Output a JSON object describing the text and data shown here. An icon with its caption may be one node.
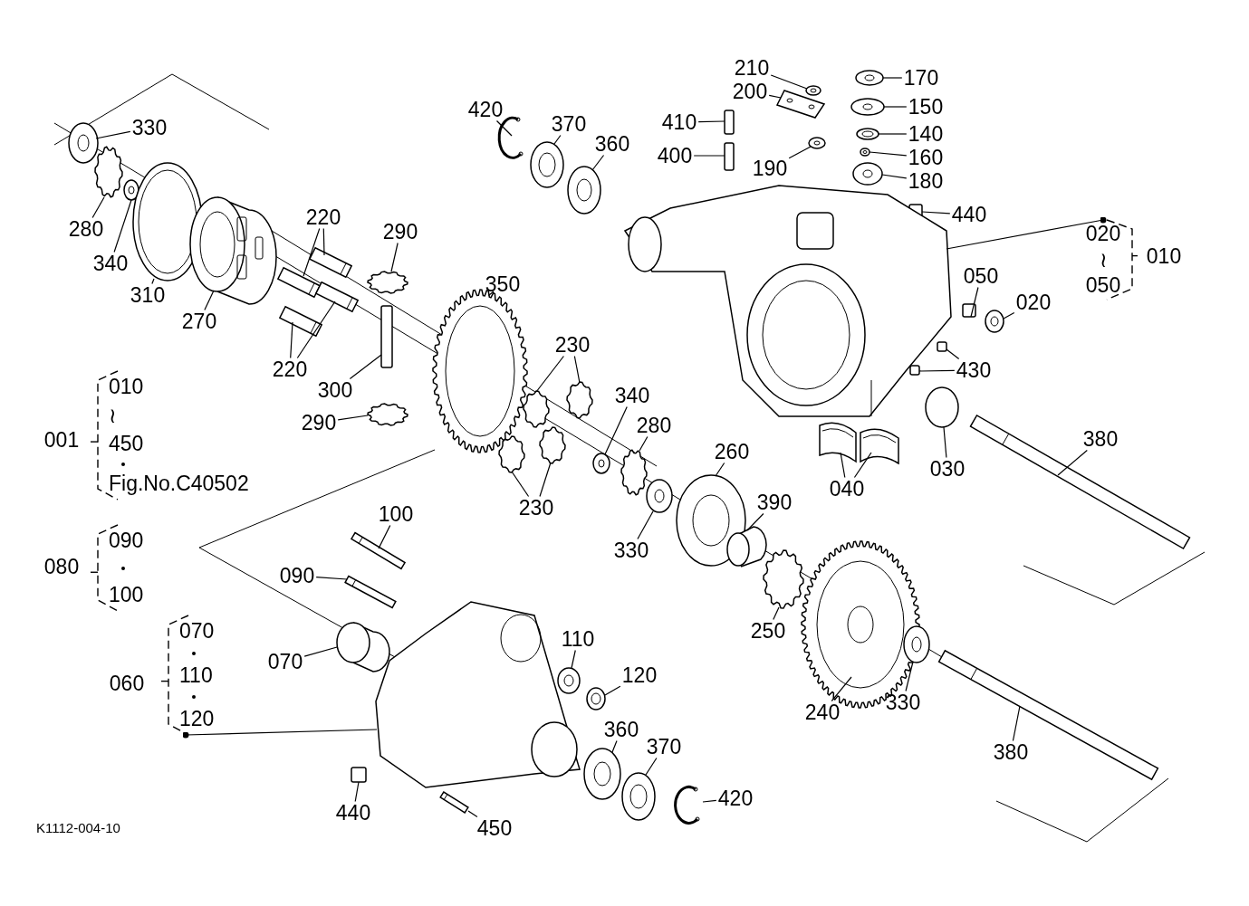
{
  "diagram": {
    "nodes": [
      {
        "text": [
          "330"
        ]
      },
      {
        "text": [
          "280"
        ]
      },
      {
        "text": [
          "340"
        ]
      },
      {
        "text": [
          "310"
        ]
      },
      {
        "text": [
          "270"
        ]
      },
      {
        "text": [
          "220"
        ]
      },
      {
        "text": [
          "220"
        ]
      },
      {
        "text": [
          "290"
        ]
      },
      {
        "text": [
          "300"
        ]
      },
      {
        "text": [
          "290"
        ]
      },
      {
        "text": [
          "350"
        ]
      },
      {
        "text": [
          "230"
        ]
      },
      {
        "text": [
          "230"
        ]
      },
      {
        "text": [
          "340"
        ]
      },
      {
        "text": [
          "280"
        ]
      },
      {
        "text": [
          "330"
        ]
      },
      {
        "text": [
          "260"
        ]
      },
      {
        "text": [
          "390"
        ]
      },
      {
        "text": [
          "250"
        ]
      },
      {
        "text": [
          "240"
        ]
      },
      {
        "text": [
          "330"
        ]
      },
      {
        "text": [
          "380"
        ]
      },
      {
        "text": [
          "380"
        ]
      },
      {
        "text": [
          "030"
        ]
      },
      {
        "text": [
          "040"
        ]
      },
      {
        "text": [
          "430"
        ]
      },
      {
        "text": [
          "020"
        ]
      },
      {
        "text": [
          "050"
        ]
      },
      {
        "text": [
          "440"
        ]
      },
      {
        "text": [
          "180"
        ]
      },
      {
        "text": [
          "160"
        ]
      },
      {
        "text": [
          "140"
        ]
      },
      {
        "text": [
          "150"
        ]
      },
      {
        "text": [
          "170"
        ]
      },
      {
        "text": [
          "190"
        ]
      },
      {
        "text": [
          "200"
        ]
      },
      {
        "text": [
          "210"
        ]
      },
      {
        "text": [
          "410"
        ]
      },
      {
        "text": [
          "400"
        ]
      },
      {
        "text": [
          "420"
        ]
      },
      {
        "text": [
          "370"
        ]
      },
      {
        "text": [
          "360"
        ]
      },
      {
        "text": [
          "020",
          "≀",
          "050"
        ],
        "beside": [
          "010"
        ]
      },
      {
        "text": [
          "100"
        ]
      },
      {
        "text": [
          "090"
        ]
      },
      {
        "text": [
          "070"
        ]
      },
      {
        "text": [
          "110"
        ]
      },
      {
        "text": [
          "120"
        ]
      },
      {
        "text": [
          "360"
        ]
      },
      {
        "text": [
          "370"
        ]
      },
      {
        "text": [
          "420"
        ]
      },
      {
        "text": [
          "440"
        ]
      },
      {
        "text": [
          "450"
        ]
      },
      {
        "text": [
          "010",
          "≀",
          "450",
          "Fig.No.C40502"
        ],
        "beside": [
          "001"
        ]
      },
      {
        "text": [
          "090",
          "100"
        ],
        "beside": [
          "080"
        ]
      },
      {
        "text": [
          "070",
          "110",
          "120"
        ],
        "beside": [
          "060"
        ]
      },
      {
        "text": [],
        "shape": "picture"
      },
      {
        "text": [],
        "shape": "picture"
      },
      {
        "text": [],
        "shape": "picture"
      },
      {
        "text": [],
        "shape": "picture"
      },
      {
        "text": [],
        "shape": "picture"
      },
      {
        "text": [],
        "shape": "picture"
      },
      {
        "text": [],
        "shape": "picture"
      },
      {
        "text": [],
        "shape": "picture"
      },
      {
        "text": [],
        "shape": "picture"
      },
      {
        "text": [],
        "shape": "picture"
      },
      {
        "text": [],
        "shape": "box"
      },
      {
        "text": [],
        "shape": "picture"
      },
      {
        "text": [],
        "shape": "picture"
      },
      {
        "text": [],
        "shape": "picture"
      },
      {
        "text": [],
        "shape": "picture"
      },
      {
        "text": [],
        "shape": "picture"
      },
      {
        "text": [],
        "shape": "picture"
      },
      {
        "text": [],
        "shape": "picture"
      },
      {
        "text": [],
        "shape": "picture"
      },
      {
        "text": [],
        "shape": "picture"
      },
      {
        "text": [],
        "shape": "picture"
      },
      {
        "text": [],
        "shape": "picture"
      },
      {
        "text": [],
        "shape": "picture"
      },
      {
        "text": [],
        "shape": "picture"
      },
      {
        "text": [],
        "shape": "picture"
      },
      {
        "text": [],
        "shape": "picture"
      },
      {
        "text": [],
        "shape": "picture"
      },
      {
        "text": [],
        "shape": "circle"
      },
      {
        "text": [],
        "shape": "picture"
      },
      {
        "text": [],
        "shape": "picture"
      },
      {
        "text": [],
        "shape": "box"
      },
      {
        "text": [],
        "shape": "box"
      },
      {
        "text": [],
        "shape": "picture"
      },
      {
        "text": [],
        "shape": "box"
      },
      {
        "text": [],
        "shape": "box"
      },
      {
        "text": [],
        "shape": "picture"
      },
      {
        "text": [],
        "shape": "picture"
      },
      {
        "text": [],
        "shape": "picture"
      },
      {
        "text": [],
        "shape": "picture"
      },
      {
        "text": [],
        "shape": "picture"
      },
      {
        "text": [],
        "shape": "picture"
      },
      {
        "text": [],
        "shape": "picture"
      },
      {
        "text": [],
        "shape": "picture"
      },
      {
        "text": [],
        "shape": "box"
      },
      {
        "text": [],
        "shape": "box"
      },
      {
        "text": [],
        "shape": "picture"
      },
      {
        "text": [],
        "shape": "picture"
      },
      {
        "text": [],
        "shape": "picture"
      },
      {
        "text": [],
        "shape": "picture"
      },
      {
        "text": [],
        "shape": "picture"
      },
      {
        "text": [],
        "shape": "picture"
      },
      {
        "text": [],
        "shape": "picture"
      },
      {
        "text": [],
        "shape": "picture"
      },
      {
        "text": [],
        "shape": "picture"
      },
      {
        "text": [],
        "shape": "picture"
      },
      {
        "text": [],
        "shape": "picture"
      },
      {
        "text": [],
        "shape": "picture"
      },
      {
        "text": [],
        "shape": "box"
      },
      {
        "text": [],
        "shape": "picture"
      },
      {
        "text": [],
        "shape": "picture"
      }
    ],
    "edges": [
      {
        "from": 0,
        "to": 56,
        "arrow": "none"
      },
      {
        "from": 1,
        "to": 57,
        "arrow": "none"
      },
      {
        "from": 2,
        "to": 58,
        "arrow": "none"
      },
      {
        "from": 3,
        "to": 59,
        "arrow": "none"
      },
      {
        "from": 4,
        "to": 60,
        "arrow": "none"
      },
      {
        "from": 5,
        "to": 61,
        "arrow": "none"
      },
      {
        "from": 5,
        "to": 62,
        "arrow": "none"
      },
      {
        "from": 6,
        "to": 63,
        "arrow": "none"
      },
      {
        "from": 6,
        "to": 64,
        "arrow": "none"
      },
      {
        "from": 7,
        "to": 65,
        "arrow": "none"
      },
      {
        "from": 8,
        "to": 66,
        "arrow": "none"
      },
      {
        "from": 9,
        "to": 67,
        "arrow": "none"
      },
      {
        "from": 10,
        "to": 68,
        "arrow": "none"
      },
      {
        "from": 11,
        "to": 69,
        "arrow": "none"
      },
      {
        "from": 11,
        "to": 70,
        "arrow": "none"
      },
      {
        "from": 12,
        "to": 71,
        "arrow": "none"
      },
      {
        "from": 12,
        "to": 72,
        "arrow": "none"
      },
      {
        "from": 13,
        "to": 73,
        "arrow": "none"
      },
      {
        "from": 14,
        "to": 74,
        "arrow": "none"
      },
      {
        "from": 15,
        "to": 75,
        "arrow": "none"
      },
      {
        "from": 16,
        "to": 76,
        "arrow": "none"
      },
      {
        "from": 17,
        "to": 77,
        "arrow": "none"
      },
      {
        "from": 18,
        "to": 78,
        "arrow": "none"
      },
      {
        "from": 19,
        "to": 79,
        "arrow": "none"
      },
      {
        "from": 20,
        "to": 80,
        "arrow": "none"
      },
      {
        "from": 21,
        "to": 81,
        "arrow": "none"
      },
      {
        "from": 22,
        "to": 82,
        "arrow": "none"
      },
      {
        "from": 23,
        "to": 83,
        "arrow": "none"
      },
      {
        "from": 24,
        "to": 84,
        "arrow": "none"
      },
      {
        "from": 24,
        "to": 85,
        "arrow": "none"
      },
      {
        "from": 25,
        "to": 86,
        "arrow": "none"
      },
      {
        "from": 25,
        "to": 87,
        "arrow": "none"
      },
      {
        "from": 26,
        "to": 88,
        "arrow": "none"
      },
      {
        "from": 27,
        "to": 89,
        "arrow": "none"
      },
      {
        "from": 28,
        "to": 90,
        "arrow": "none"
      },
      {
        "from": 29,
        "to": 91,
        "arrow": "none"
      },
      {
        "from": 30,
        "to": 92,
        "arrow": "none"
      },
      {
        "from": 31,
        "to": 93,
        "arrow": "none"
      },
      {
        "from": 32,
        "to": 94,
        "arrow": "none"
      },
      {
        "from": 33,
        "to": 95,
        "arrow": "none"
      },
      {
        "from": 34,
        "to": 96,
        "arrow": "none"
      },
      {
        "from": 35,
        "to": 97,
        "arrow": "none"
      },
      {
        "from": 36,
        "to": 98,
        "arrow": "none"
      },
      {
        "from": 37,
        "to": 99,
        "arrow": "none"
      },
      {
        "from": 38,
        "to": 100,
        "arrow": "none"
      },
      {
        "from": 39,
        "to": 101,
        "arrow": "none"
      },
      {
        "from": 40,
        "to": 102,
        "arrow": "none"
      },
      {
        "from": 41,
        "to": 103,
        "arrow": "none"
      },
      {
        "from": 42,
        "to": 104,
        "arrow": "other"
      },
      {
        "from": 43,
        "to": 105,
        "arrow": "none"
      },
      {
        "from": 44,
        "to": 106,
        "arrow": "none"
      },
      {
        "from": 45,
        "to": 107,
        "arrow": "none"
      },
      {
        "from": 46,
        "to": 108,
        "arrow": "none"
      },
      {
        "from": 47,
        "to": 109,
        "arrow": "none"
      },
      {
        "from": 48,
        "to": 110,
        "arrow": "none"
      },
      {
        "from": 49,
        "to": 111,
        "arrow": "none"
      },
      {
        "from": 50,
        "to": 112,
        "arrow": "none"
      },
      {
        "from": 51,
        "to": 113,
        "arrow": "none"
      },
      {
        "from": 52,
        "to": 114,
        "arrow": "none"
      },
      {
        "from": 55,
        "to": 115,
        "arrow": "other"
      }
    ],
    "labels": [
      "K1112-004-10"
    ]
  }
}
